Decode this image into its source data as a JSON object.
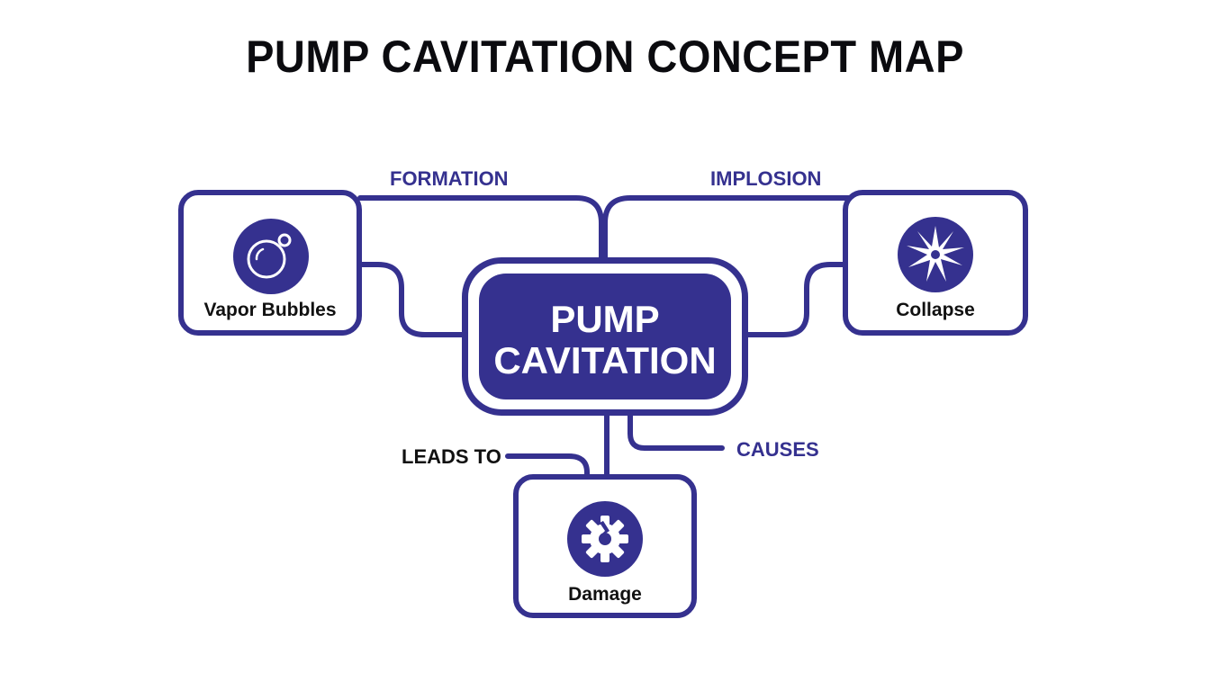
{
  "title": "PUMP CAVITATION CONCEPT MAP",
  "colors": {
    "primary": "#35318f",
    "text": "#111111",
    "background": "#ffffff"
  },
  "center": {
    "line1": "PUMP",
    "line2": "CAVITATION"
  },
  "nodes": [
    {
      "label": "Vapor Bubbles",
      "icon": "bubble-icon"
    },
    {
      "label": "Collapse",
      "icon": "burst-icon"
    },
    {
      "label": "Damage",
      "icon": "broken-gear-icon"
    }
  ],
  "edges": [
    {
      "label": "FORMATION"
    },
    {
      "label": "IMPLOSION"
    },
    {
      "label": "LEADS TO"
    },
    {
      "label": "CAUSES"
    }
  ]
}
